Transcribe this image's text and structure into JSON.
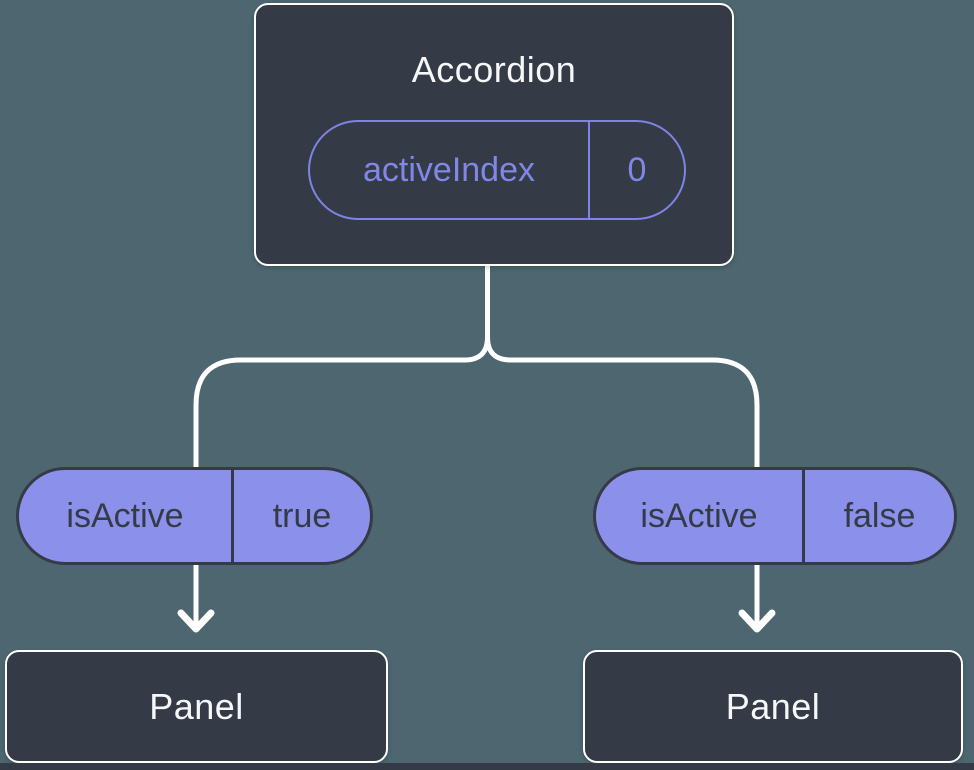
{
  "diagram": {
    "root": {
      "title": "Accordion",
      "prop": {
        "name": "activeIndex",
        "value": "0"
      }
    },
    "children": [
      {
        "prop": {
          "name": "isActive",
          "value": "true"
        },
        "panel": "Panel"
      },
      {
        "prop": {
          "name": "isActive",
          "value": "false"
        },
        "panel": "Panel"
      }
    ],
    "colors": {
      "background": "#4D6670",
      "node_fill": "#343A46",
      "node_border": "#FFFFFF",
      "pill_fill": "#8B90EA",
      "pill_outline": "#7E84E4",
      "connector": "#FFFFFF",
      "text_light": "#F6F7F9",
      "text_dark": "#343A46"
    }
  }
}
